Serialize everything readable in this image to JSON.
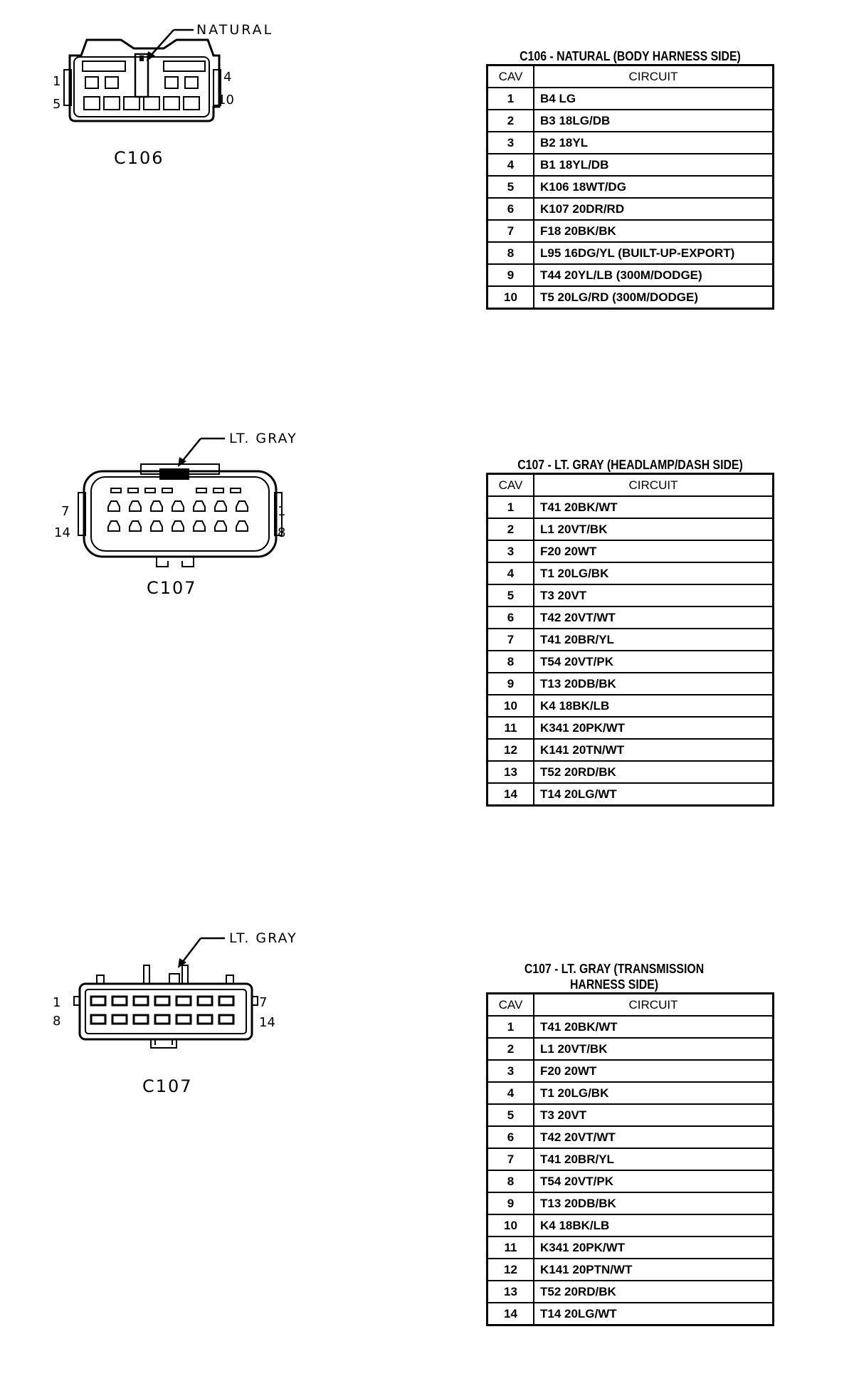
{
  "sections": [
    {
      "connector": "C106",
      "color_label": "NATURAL",
      "pin_labels": {
        "top_left": "1",
        "bottom_left": "5",
        "top_right": "4",
        "bottom_right": "10"
      },
      "table_title": "C106 - NATURAL (BODY HARNESS SIDE)",
      "headers": {
        "cav": "CAV",
        "circuit": "CIRCUIT"
      },
      "rows": [
        {
          "cav": "1",
          "circuit": "B4 LG"
        },
        {
          "cav": "2",
          "circuit": "B3 18LG/DB"
        },
        {
          "cav": "3",
          "circuit": "B2 18YL"
        },
        {
          "cav": "4",
          "circuit": "B1 18YL/DB"
        },
        {
          "cav": "5",
          "circuit": "K106 18WT/DG"
        },
        {
          "cav": "6",
          "circuit": "K107 20DR/RD"
        },
        {
          "cav": "7",
          "circuit": "F18 20BK/BK"
        },
        {
          "cav": "8",
          "circuit": "L95 16DG/YL (BUILT-UP-EXPORT)"
        },
        {
          "cav": "9",
          "circuit": "T44 20YL/LB (300M/DODGE)"
        },
        {
          "cav": "10",
          "circuit": "T5 20LG/RD (300M/DODGE)"
        }
      ]
    },
    {
      "connector": "C107",
      "color_label": "LT. GRAY",
      "pin_labels": {
        "top_left": "7",
        "bottom_left": "14",
        "top_right": "1",
        "bottom_right": "8"
      },
      "table_title": "C107 - LT. GRAY (HEADLAMP/DASH SIDE)",
      "headers": {
        "cav": "CAV",
        "circuit": "CIRCUIT"
      },
      "rows": [
        {
          "cav": "1",
          "circuit": "T41 20BK/WT"
        },
        {
          "cav": "2",
          "circuit": "L1 20VT/BK"
        },
        {
          "cav": "3",
          "circuit": "F20 20WT"
        },
        {
          "cav": "4",
          "circuit": "T1 20LG/BK"
        },
        {
          "cav": "5",
          "circuit": "T3 20VT"
        },
        {
          "cav": "6",
          "circuit": "T42 20VT/WT"
        },
        {
          "cav": "7",
          "circuit": "T41 20BR/YL"
        },
        {
          "cav": "8",
          "circuit": "T54 20VT/PK"
        },
        {
          "cav": "9",
          "circuit": "T13 20DB/BK"
        },
        {
          "cav": "10",
          "circuit": "K4 18BK/LB"
        },
        {
          "cav": "11",
          "circuit": "K341 20PK/WT"
        },
        {
          "cav": "12",
          "circuit": "K141 20TN/WT"
        },
        {
          "cav": "13",
          "circuit": "T52 20RD/BK"
        },
        {
          "cav": "14",
          "circuit": "T14 20LG/WT"
        }
      ]
    },
    {
      "connector": "C107",
      "color_label": "LT. GRAY",
      "pin_labels": {
        "top_left": "1",
        "bottom_left": "8",
        "top_right": "7",
        "bottom_right": "14"
      },
      "table_title": "C107 - LT. GRAY (TRANSMISSION HARNESS SIDE)",
      "headers": {
        "cav": "CAV",
        "circuit": "CIRCUIT"
      },
      "rows": [
        {
          "cav": "1",
          "circuit": "T41 20BK/WT"
        },
        {
          "cav": "2",
          "circuit": "L1 20VT/BK"
        },
        {
          "cav": "3",
          "circuit": "F20 20WT"
        },
        {
          "cav": "4",
          "circuit": "T1 20LG/BK"
        },
        {
          "cav": "5",
          "circuit": "T3 20VT"
        },
        {
          "cav": "6",
          "circuit": "T42 20VT/WT"
        },
        {
          "cav": "7",
          "circuit": "T41 20BR/YL"
        },
        {
          "cav": "8",
          "circuit": "T54 20VT/PK"
        },
        {
          "cav": "9",
          "circuit": "T13 20DB/BK"
        },
        {
          "cav": "10",
          "circuit": "K4 18BK/LB"
        },
        {
          "cav": "11",
          "circuit": "K341 20PK/WT"
        },
        {
          "cav": "12",
          "circuit": "K141 20PTN/WT"
        },
        {
          "cav": "13",
          "circuit": "T52 20RD/BK"
        },
        {
          "cav": "14",
          "circuit": "T14 20LG/WT"
        }
      ]
    }
  ]
}
